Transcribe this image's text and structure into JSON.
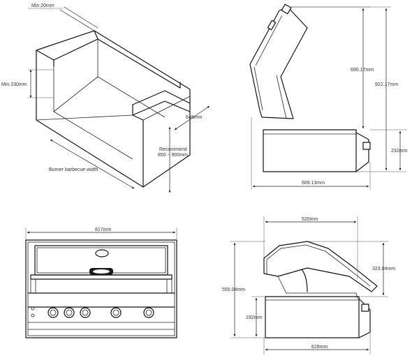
{
  "isometric": {
    "min_gap_label": "Min 20mm",
    "min_height_label": "Min 230mm",
    "depth_label": "648mm",
    "recommend_line1": "Recommend",
    "recommend_line2": "850 ~ 900mm",
    "width_label": "Burner barbecue width"
  },
  "side_view_open": {
    "hood_height_label": "690.17mm",
    "total_height_label": "922.17mm",
    "body_height_label": "232mm",
    "depth_label": "669.13mm"
  },
  "front_view": {
    "width_label": "817mm"
  },
  "side_view_closed": {
    "top_depth_label": "520mm",
    "hood_height_label": "323.04mm",
    "total_height_label": "555.04mm",
    "body_height_label": "232mm",
    "bottom_depth_label": "628mm"
  },
  "colors": {
    "line": "#111111",
    "label": "#333333",
    "background": "#ffffff"
  }
}
